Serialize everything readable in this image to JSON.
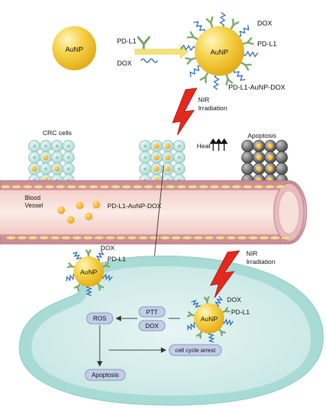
{
  "labels": {
    "aunp": "AuNP",
    "pdl1": "PD-L1",
    "dox": "DOX",
    "pdl1_aunp_dox": "PD-L1-AuNP-DOX",
    "nir": "NIR",
    "irradiation": "Irradiation",
    "crc_cells": "CRC cells",
    "heat": "Heat",
    "apoptosis": "Apoptosis",
    "blood": "Blood",
    "vessel": "Vessel",
    "vessel_conjugate": "PD-L1-AuNP-DOX",
    "ptt": "PTT",
    "ros": "ROS",
    "cell_cycle_arrest": "cell cycle arrest"
  },
  "colors": {
    "gold": "#f2c230",
    "gold_light": "#fce98b",
    "arrow_yellow": "#f2e27a",
    "bolt_red": "#e02020",
    "antibody": "#8cb87a",
    "dox_blue": "#2a6db5",
    "crc_cell": "#bfe3e0",
    "apoptotic_cell": "#6e6e6e",
    "vessel_wall": "#d79aa2",
    "vessel_inner": "#f6dcd5",
    "cell_membrane": "#9fd8d2",
    "cytoplasm": "#d3ecea",
    "box_fill": "#b9c7e4"
  }
}
